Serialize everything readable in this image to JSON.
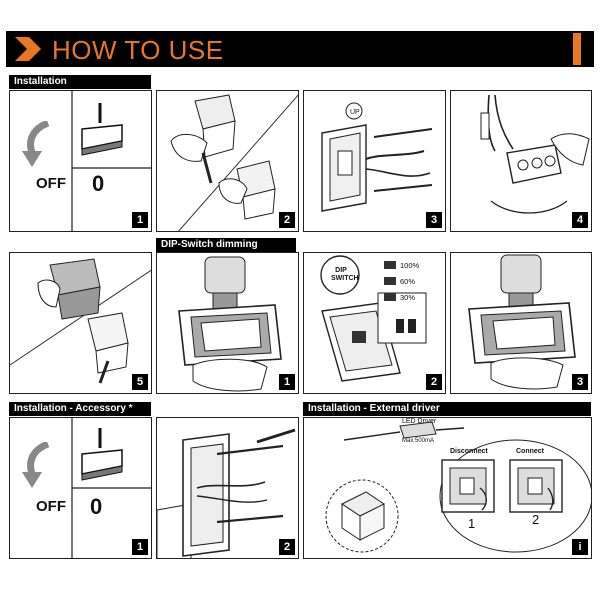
{
  "header": {
    "title": "HOW TO USE",
    "accent_color": "#e87722"
  },
  "sections": {
    "installation": "Installation",
    "dip": "DIP-Switch dimming",
    "accessory": "Installation - Accessory *",
    "external": "Installation - External driver"
  },
  "labels": {
    "off": "OFF",
    "zero": "0",
    "dip_badge": "DIP SWITCH",
    "driver": "LED Driver",
    "driver_spec": "Max 500mA",
    "disconnect": "Disconnect",
    "connect": "Connect",
    "sub1": "1",
    "sub2": "2",
    "dip_levels": [
      "100%",
      "60%",
      "30%"
    ]
  },
  "steps": {
    "installation": [
      "1",
      "2",
      "3",
      "4",
      "5"
    ],
    "dip": [
      "1",
      "2",
      "3"
    ],
    "accessory": [
      "1",
      "2"
    ],
    "external": "i"
  },
  "icons": [
    "chevron-right-icon",
    "power-switch-icon",
    "arrow-down-icon",
    "screwdriver-icon",
    "hand-icon",
    "lamp-icon",
    "junction-box-icon",
    "cable-icon",
    "led-driver-icon",
    "dip-switch-icon",
    "screw-icon"
  ]
}
